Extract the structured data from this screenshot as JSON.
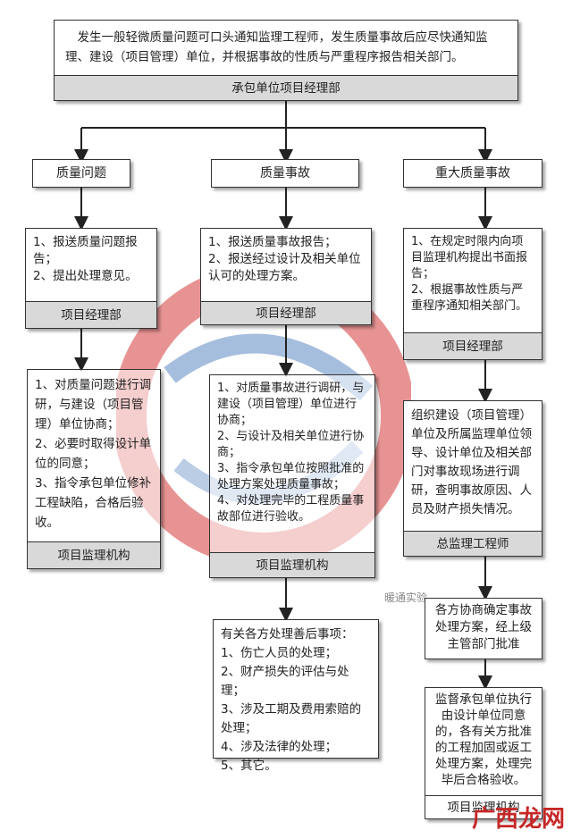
{
  "top": {
    "notice": "发生一般轻微质量问题可口头通知监理工程师，发生质量事故后应尽快通知监理、建设（项目管理）单位，并根据事故的性质与严重程序报告相关部门。",
    "band": "承包单位项目经理部"
  },
  "categories": {
    "left": "质量问题",
    "middle": "质量事故",
    "right": "重大质量事故"
  },
  "left": {
    "steps1": "1、报送质量问题报告；\n2、提出处理意见。",
    "band1": "项目经理部",
    "steps2": "1、对质量问题进行调研，与建设（项目管理）单位协商；\n2、必要时取得设计单位的同意；\n3、指令承包单位修补工程缺陷，合格后验收。",
    "band2": "项目监理机构"
  },
  "middle": {
    "steps1": "1、报送质量事故报告；\n2、报送经过设计及相关单位认可的处理方案。",
    "band1": "项目经理部",
    "steps2": "1、对质量事故进行调研，与建设（项目管理）单位进行协商；\n2、与设计及相关单位进行协商；\n3、指令承包单位按照批准的处理方案处理质量事故；\n4、对处理完毕的工程质量事故部位进行验收。",
    "band2": "项目监理机构",
    "steps3": "有关各方处理善后事项：\n1、伤亡人员的处理；\n2、财产损失的评估与处理；\n3、涉及工期及费用索赔的处理；\n4、涉及法律的处理；\n5、其它。"
  },
  "right": {
    "steps1": "1、在规定时限内向项目监理机构提出书面报告；\n2、根据事故性质与严重程序通知相关部门。",
    "band1": "项目经理部",
    "steps2": "组织建设（项目管理）单位及所属监理单位领导、设计单位及相关部门对事故现场进行调研，查明事故原因、人员及财产损失情况。",
    "band2": "总监理工程师",
    "steps3": "各方协商确定事故处理方案，经上级主管部门批准",
    "steps4": "监督承包单位执行由设计单位同意的，各有关方批准的工程加固或返工处理方案，处理完毕后合格验收。",
    "band4": "项目监理机构"
  },
  "watermark": {
    "text": "暖通实验",
    "logo": "广西龙网"
  },
  "colors": {
    "band": "#d9d9d9",
    "watermark_red": "#d63a3a",
    "watermark_blue": "#3a6fb5"
  }
}
